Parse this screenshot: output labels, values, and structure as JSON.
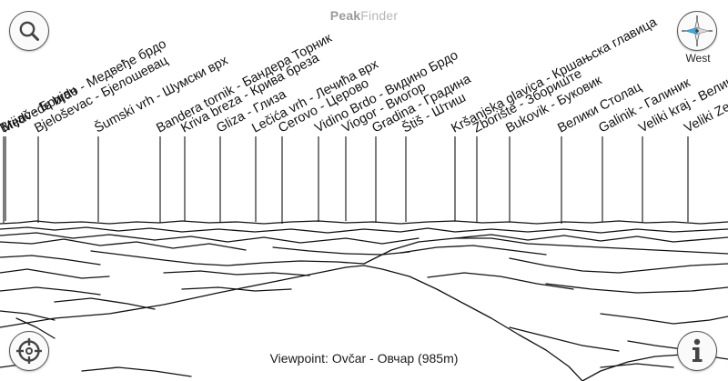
{
  "app": {
    "title_bold": "Peak",
    "title_light": "Finder"
  },
  "compass": {
    "direction": "West"
  },
  "viewpoint": {
    "text": "Viewpoint: Ovčar - Овчар (985m)"
  },
  "icons": {
    "search": "search-icon",
    "compass": "compass-icon",
    "locate": "crosshair-icon",
    "info": "info-icon"
  },
  "colors": {
    "compass_accent": "#3fa9dc",
    "lines": "#111111"
  },
  "peaks": [
    {
      "name": "Brijač - Бријач"
    },
    {
      "name": "Medveđe brdo - Медвеђе брдо"
    },
    {
      "name": "Bjeloševac - Бјелошевац"
    },
    {
      "name": "Šumski vrh - Шумски врх"
    },
    {
      "name": "Bandera tornik - Бандера Торник"
    },
    {
      "name": "Kriva breza - Крива бреза"
    },
    {
      "name": "Gliza - Глиза"
    },
    {
      "name": "Lečića vrh - Лечића врх"
    },
    {
      "name": "Cerovo - Церово"
    },
    {
      "name": "Vidino Brdo - Видино Брдо"
    },
    {
      "name": "Viogor - Виогор"
    },
    {
      "name": "Gradina - Градина"
    },
    {
      "name": "Štiš - Штиш"
    },
    {
      "name": "Kršanjska glavica - Кршањска главица"
    },
    {
      "name": "Zborište - Збориште"
    },
    {
      "name": "Bukovik - Буковик"
    },
    {
      "name": "Велики Столац"
    },
    {
      "name": "Galinik - Галиник"
    },
    {
      "name": "Veliki kraj - Велики крај"
    },
    {
      "name": "Veliki Zep - Велики Зеп"
    }
  ]
}
